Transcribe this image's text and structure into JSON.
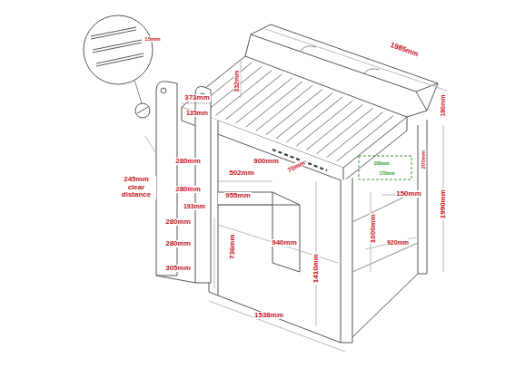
{
  "diagram": {
    "labels": [
      "1985mm",
      "332mm",
      "15mm",
      "373mm",
      "135mm",
      "280mm",
      "245mm clear distance",
      "280mm",
      "193mm",
      "280mm",
      "280mm",
      "305mm",
      "900mm",
      "70mm",
      "502mm",
      "955mm",
      "736mm",
      "940mm",
      "1410mm",
      "1538mm",
      "1000mm",
      "150mm",
      "180mm",
      "1990mm",
      "200mm",
      "920mm",
      "100mm",
      "170mm"
    ]
  }
}
